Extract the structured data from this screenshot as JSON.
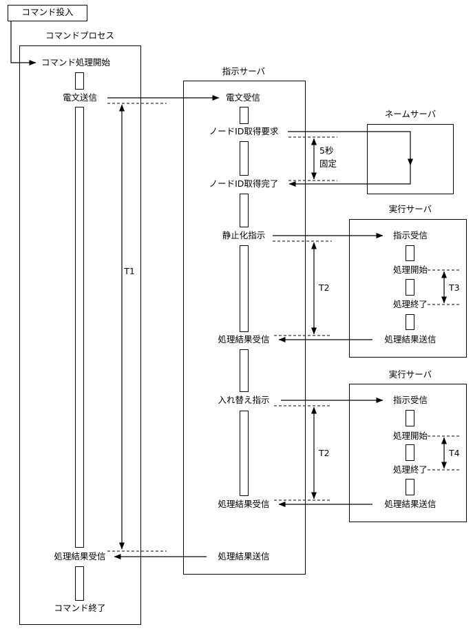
{
  "command_input": "コマンド投入",
  "command_process": {
    "title": "コマンドプロセス",
    "start": "コマンド処理開始",
    "send": "電文送信",
    "receive_result": "処理結果受信",
    "end": "コマンド終了",
    "interval_label": "T1"
  },
  "instruction_server": {
    "title": "指示サーバ",
    "receive": "電文受信",
    "node_id_request": "ノードID取得要求",
    "node_id_complete": "ノードID取得完了",
    "fixed_wait": [
      "5秒",
      "固定"
    ],
    "quiesce": "静止化指示",
    "receive_result_1": "処理結果受信",
    "swap": "入れ替え指示",
    "receive_result_2": "処理結果受信",
    "send_result": "処理結果送信",
    "interval_label_1": "T2",
    "interval_label_2": "T2"
  },
  "name_server": {
    "title": "ネームサーバ"
  },
  "exec_servers": [
    {
      "title": "実行サーバ",
      "receive": "指示受信",
      "proc_start": "処理開始",
      "proc_end": "処理終了",
      "send_result": "処理結果送信",
      "interval_label": "T3"
    },
    {
      "title": "実行サーバ",
      "receive": "指示受信",
      "proc_start": "処理開始",
      "proc_end": "処理終了",
      "send_result": "処理結果送信",
      "interval_label": "T4"
    }
  ],
  "colors": {
    "line": "#000000",
    "background": "#ffffff"
  }
}
